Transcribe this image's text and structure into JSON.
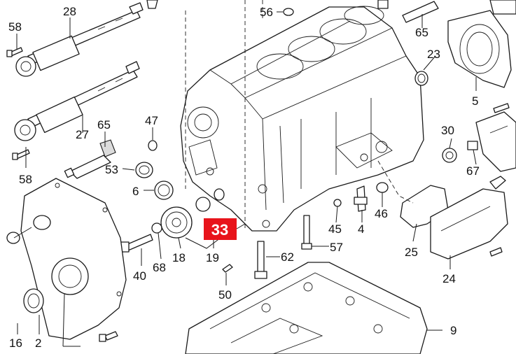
{
  "diagram": {
    "highlight_label": "33",
    "highlight_color": "#e8141b",
    "labels": {
      "l28": "28",
      "l58a": "58",
      "l56": "56",
      "l58b": "58",
      "l27": "27",
      "l65a": "65",
      "l65b": "65",
      "l47": "47",
      "l53": "53",
      "l6": "6",
      "l23": "23",
      "l5": "5",
      "l30": "30",
      "l67": "67",
      "l4": "4",
      "l45": "45",
      "l46": "46",
      "l25": "25",
      "l57": "57",
      "l62": "62",
      "l40": "40",
      "l68": "68",
      "l18": "18",
      "l19": "19",
      "l50": "50",
      "l24": "24",
      "l9": "9",
      "l16": "16",
      "l2": "2"
    }
  }
}
